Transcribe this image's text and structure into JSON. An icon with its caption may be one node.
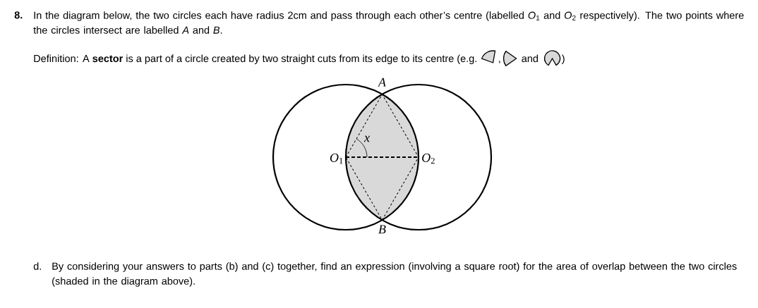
{
  "diagram": {
    "labels": [
      "8.",
      "In the diagram below, the two circles each have radius 2cm and pass through each other’s centre (labelled *O*$_{1}$ and *O*$_{2}$ respectively). The two points where the circles intersect are labelled *A* and *B*.",
      "Definition: A **sector** is a part of a circle created by two straight cuts from its edge to its centre (e.g.",
      ",",
      "and",
      ")",
      "*A*",
      "*x*",
      "*O*$_{1}$",
      "*O*$_{2}$",
      "*B*",
      "d.",
      "By considering your answers to parts (b) and (c) together, find an expression (involving a square root) for the area of overlap between the two circles (shaded in the diagram above)."
    ]
  }
}
